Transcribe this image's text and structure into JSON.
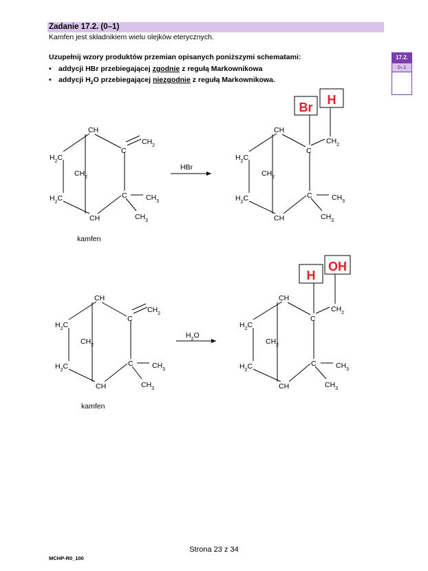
{
  "task": {
    "title": "Zadanie 17.2. (0–1)",
    "intro": "Kamfen jest składnikiem wielu olejków eterycznych.",
    "instruction": "Uzupełnij wzory produktów przemian opisanych poniższymi schematami:",
    "bullets": [
      {
        "pre": "addycji HBr przebiegającej ",
        "u": "zgodnie",
        "post": " z regułą Markownikowa"
      },
      {
        "pre": "addycji H",
        "sub": "2",
        "mid": "O przebiegającej ",
        "u": "niezgodnie",
        "post": " z regułą Markownikowa."
      }
    ]
  },
  "score_box": {
    "number": "17.2.",
    "points": "0–1"
  },
  "labels": {
    "CH": "CH",
    "C": "C",
    "H2C": "H2C",
    "CH2": "CH2",
    "CH3": "CH3",
    "kamfen": "kamfen",
    "reagent1": "HBr",
    "reagent2": "H2O",
    "ans1_a": "Br",
    "ans1_b": "H",
    "ans2_a": "H",
    "ans2_b": "OH"
  },
  "answer_color": "#e0202a",
  "footer": {
    "page": "Strona 23 z 34",
    "code": "MCHP-R0_100"
  }
}
